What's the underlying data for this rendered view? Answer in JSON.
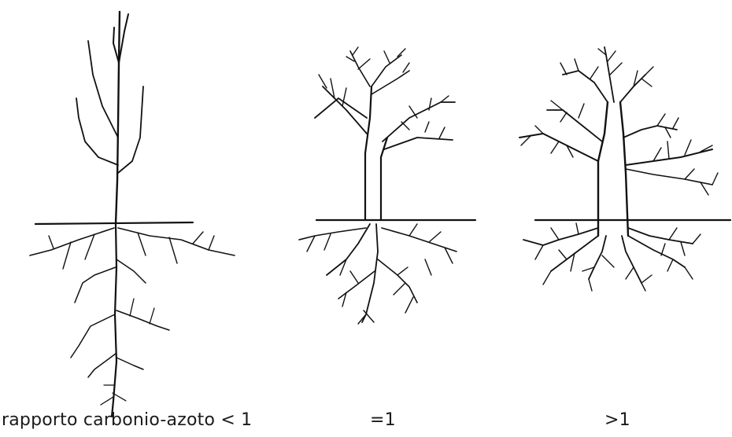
{
  "figure": {
    "captions": {
      "left": "rapporto carbonio-azoto < 1",
      "middle": "=1",
      "right": ">1"
    },
    "colors": {
      "ink": "#111111",
      "background": "#ffffff"
    }
  }
}
